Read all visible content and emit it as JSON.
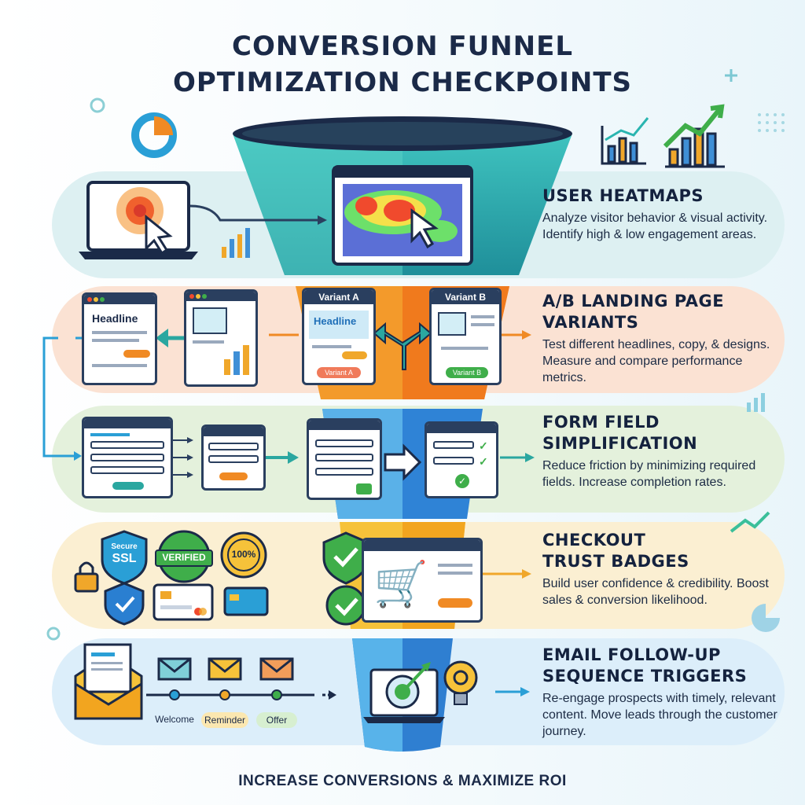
{
  "title": {
    "line1": "CONVERSION FUNNEL",
    "line2": "OPTIMIZATION CHECKPOINTS"
  },
  "footer": "INCREASE CONVERSIONS & MAXIMIZE ROI",
  "stages": [
    {
      "heading": "USER HEATMAPS",
      "description": "Analyze visitor behavior & visual activity. Identify high & low engagement areas.",
      "color": "#ddf0f2"
    },
    {
      "heading": "A/B LANDING PAGE VARIANTS",
      "description": "Test different headlines, copy, & designs. Measure and compare performance metrics.",
      "color": "#fbe2d3"
    },
    {
      "heading": "FORM FIELD SIMPLIFICATION",
      "description": "Reduce friction by minimizing required fields. Increase completion rates.",
      "color": "#e4f1dc"
    },
    {
      "heading": "CHECKOUT TRUST BADGES",
      "description": "Build user confidence & credibility. Boost sales & conversion likelihood.",
      "color": "#fbefd2"
    },
    {
      "heading": "EMAIL FOLLOW-UP SEQUENCE TRIGGERS",
      "description": "Re-engage prospects with timely, relevant content. Move leads through the customer journey.",
      "color": "#dceefa"
    }
  ],
  "ab": {
    "headline": "Headline",
    "variant_a": "Variant A",
    "variant_b": "Variant B",
    "headline_a": "Headline"
  },
  "badges": {
    "secure": "Secure",
    "ssl": "SSL",
    "verified": "VERIFIED",
    "guarantee": "100%"
  },
  "email_steps": [
    "Welcome",
    "Reminder",
    "Offer"
  ],
  "colors": {
    "teal": "#2ab5b0",
    "orange": "#f08a24",
    "green": "#4caf50",
    "blue": "#2f7fd1",
    "navy": "#1b2a48"
  }
}
